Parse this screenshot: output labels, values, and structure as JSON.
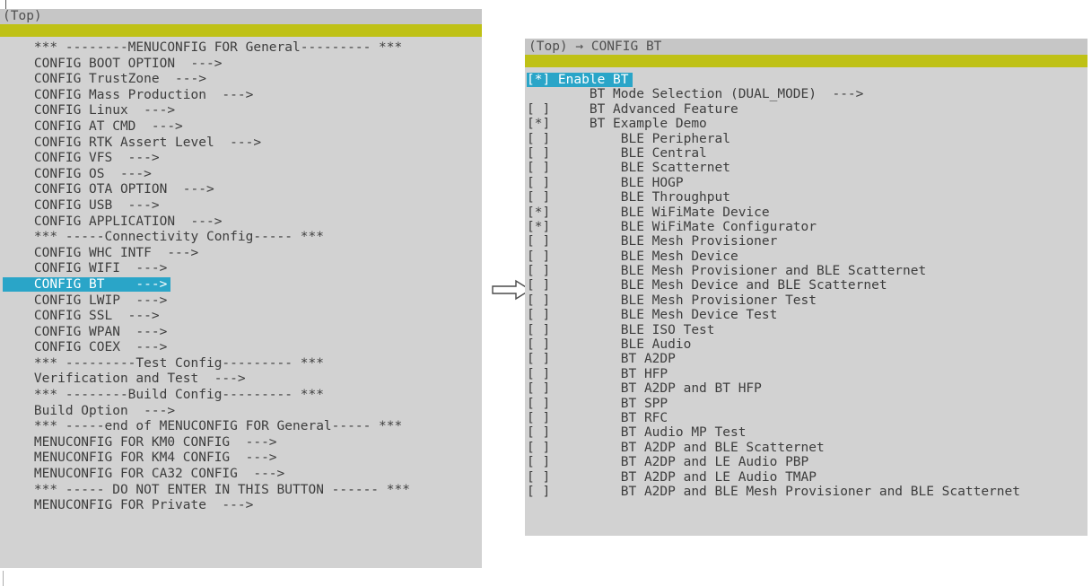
{
  "colors": {
    "panel-bg": "#d2d2d2",
    "header-bg": "#c6c6c6",
    "header-text": "#4f4f4f",
    "separator": "#bfc116",
    "selection-bg": "#2aa5c8",
    "selection-text": "#ffffff",
    "item-text": "#3d3d3d"
  },
  "left_panel": {
    "breadcrumb": "(Top)",
    "items": [
      {
        "text": "    *** --------MENUCONFIG FOR General--------- ***",
        "kind": "comment"
      },
      {
        "text": "    CONFIG BOOT OPTION  --->",
        "kind": "submenu"
      },
      {
        "text": "    CONFIG TrustZone  --->",
        "kind": "submenu"
      },
      {
        "text": "    CONFIG Mass Production  --->",
        "kind": "submenu"
      },
      {
        "text": "    CONFIG Linux  --->",
        "kind": "submenu"
      },
      {
        "text": "    CONFIG AT CMD  --->",
        "kind": "submenu"
      },
      {
        "text": "    CONFIG RTK Assert Level  --->",
        "kind": "submenu"
      },
      {
        "text": "    CONFIG VFS  --->",
        "kind": "submenu"
      },
      {
        "text": "    CONFIG OS  --->",
        "kind": "submenu"
      },
      {
        "text": "    CONFIG OTA OPTION  --->",
        "kind": "submenu"
      },
      {
        "text": "    CONFIG USB  --->",
        "kind": "submenu"
      },
      {
        "text": "    CONFIG APPLICATION  --->",
        "kind": "submenu"
      },
      {
        "text": "    *** -----Connectivity Config----- ***",
        "kind": "comment"
      },
      {
        "text": "    CONFIG WHC INTF  --->",
        "kind": "submenu"
      },
      {
        "text": "    CONFIG WIFI  --->",
        "kind": "submenu"
      },
      {
        "text": "    CONFIG BT    --->",
        "kind": "submenu",
        "selected": true
      },
      {
        "text": "    CONFIG LWIP  --->",
        "kind": "submenu"
      },
      {
        "text": "    CONFIG SSL  --->",
        "kind": "submenu"
      },
      {
        "text": "    CONFIG WPAN  --->",
        "kind": "submenu"
      },
      {
        "text": "    CONFIG COEX  --->",
        "kind": "submenu"
      },
      {
        "text": "    *** ---------Test Config--------- ***",
        "kind": "comment"
      },
      {
        "text": "    Verification and Test  --->",
        "kind": "submenu"
      },
      {
        "text": "    *** --------Build Config--------- ***",
        "kind": "comment"
      },
      {
        "text": "    Build Option  --->",
        "kind": "submenu"
      },
      {
        "text": "    *** -----end of MENUCONFIG FOR General----- ***",
        "kind": "comment"
      },
      {
        "text": "    MENUCONFIG FOR KM0 CONFIG  --->",
        "kind": "submenu"
      },
      {
        "text": "    MENUCONFIG FOR KM4 CONFIG  --->",
        "kind": "submenu"
      },
      {
        "text": "    MENUCONFIG FOR CA32 CONFIG  --->",
        "kind": "submenu"
      },
      {
        "text": "    *** ----- DO NOT ENTER IN THIS BUTTON ------ ***",
        "kind": "comment"
      },
      {
        "text": "    MENUCONFIG FOR Private  --->",
        "kind": "submenu"
      }
    ]
  },
  "right_panel": {
    "breadcrumb": "(Top) → CONFIG BT",
    "items": [
      {
        "text": "[*] Enable BT",
        "kind": "toggle",
        "state": "checked",
        "selected": true
      },
      {
        "text": "        BT Mode Selection (DUAL_MODE)  --->",
        "kind": "submenu"
      },
      {
        "text": "[ ]     BT Advanced Feature",
        "kind": "toggle",
        "state": "unchecked"
      },
      {
        "text": "[*]     BT Example Demo",
        "kind": "toggle",
        "state": "checked"
      },
      {
        "text": "[ ]         BLE Peripheral",
        "kind": "toggle",
        "state": "unchecked"
      },
      {
        "text": "[ ]         BLE Central",
        "kind": "toggle",
        "state": "unchecked"
      },
      {
        "text": "[ ]         BLE Scatternet",
        "kind": "toggle",
        "state": "unchecked"
      },
      {
        "text": "[ ]         BLE HOGP",
        "kind": "toggle",
        "state": "unchecked"
      },
      {
        "text": "[ ]         BLE Throughput",
        "kind": "toggle",
        "state": "unchecked"
      },
      {
        "text": "[*]         BLE WiFiMate Device",
        "kind": "toggle",
        "state": "checked"
      },
      {
        "text": "[*]         BLE WiFiMate Configurator",
        "kind": "toggle",
        "state": "checked"
      },
      {
        "text": "[ ]         BLE Mesh Provisioner",
        "kind": "toggle",
        "state": "unchecked"
      },
      {
        "text": "[ ]         BLE Mesh Device",
        "kind": "toggle",
        "state": "unchecked"
      },
      {
        "text": "[ ]         BLE Mesh Provisioner and BLE Scatternet",
        "kind": "toggle",
        "state": "unchecked"
      },
      {
        "text": "[ ]         BLE Mesh Device and BLE Scatternet",
        "kind": "toggle",
        "state": "unchecked"
      },
      {
        "text": "[ ]         BLE Mesh Provisioner Test",
        "kind": "toggle",
        "state": "unchecked"
      },
      {
        "text": "[ ]         BLE Mesh Device Test",
        "kind": "toggle",
        "state": "unchecked"
      },
      {
        "text": "[ ]         BLE ISO Test",
        "kind": "toggle",
        "state": "unchecked"
      },
      {
        "text": "[ ]         BLE Audio",
        "kind": "toggle",
        "state": "unchecked"
      },
      {
        "text": "[ ]         BT A2DP",
        "kind": "toggle",
        "state": "unchecked"
      },
      {
        "text": "[ ]         BT HFP",
        "kind": "toggle",
        "state": "unchecked"
      },
      {
        "text": "[ ]         BT A2DP and BT HFP",
        "kind": "toggle",
        "state": "unchecked"
      },
      {
        "text": "[ ]         BT SPP",
        "kind": "toggle",
        "state": "unchecked"
      },
      {
        "text": "[ ]         BT RFC",
        "kind": "toggle",
        "state": "unchecked"
      },
      {
        "text": "[ ]         BT Audio MP Test",
        "kind": "toggle",
        "state": "unchecked"
      },
      {
        "text": "[ ]         BT A2DP and BLE Scatternet",
        "kind": "toggle",
        "state": "unchecked"
      },
      {
        "text": "[ ]         BT A2DP and LE Audio PBP",
        "kind": "toggle",
        "state": "unchecked"
      },
      {
        "text": "[ ]         BT A2DP and LE Audio TMAP",
        "kind": "toggle",
        "state": "unchecked"
      },
      {
        "text": "[ ]         BT A2DP and BLE Mesh Provisioner and BLE Scatternet",
        "kind": "toggle",
        "state": "unchecked"
      }
    ]
  }
}
